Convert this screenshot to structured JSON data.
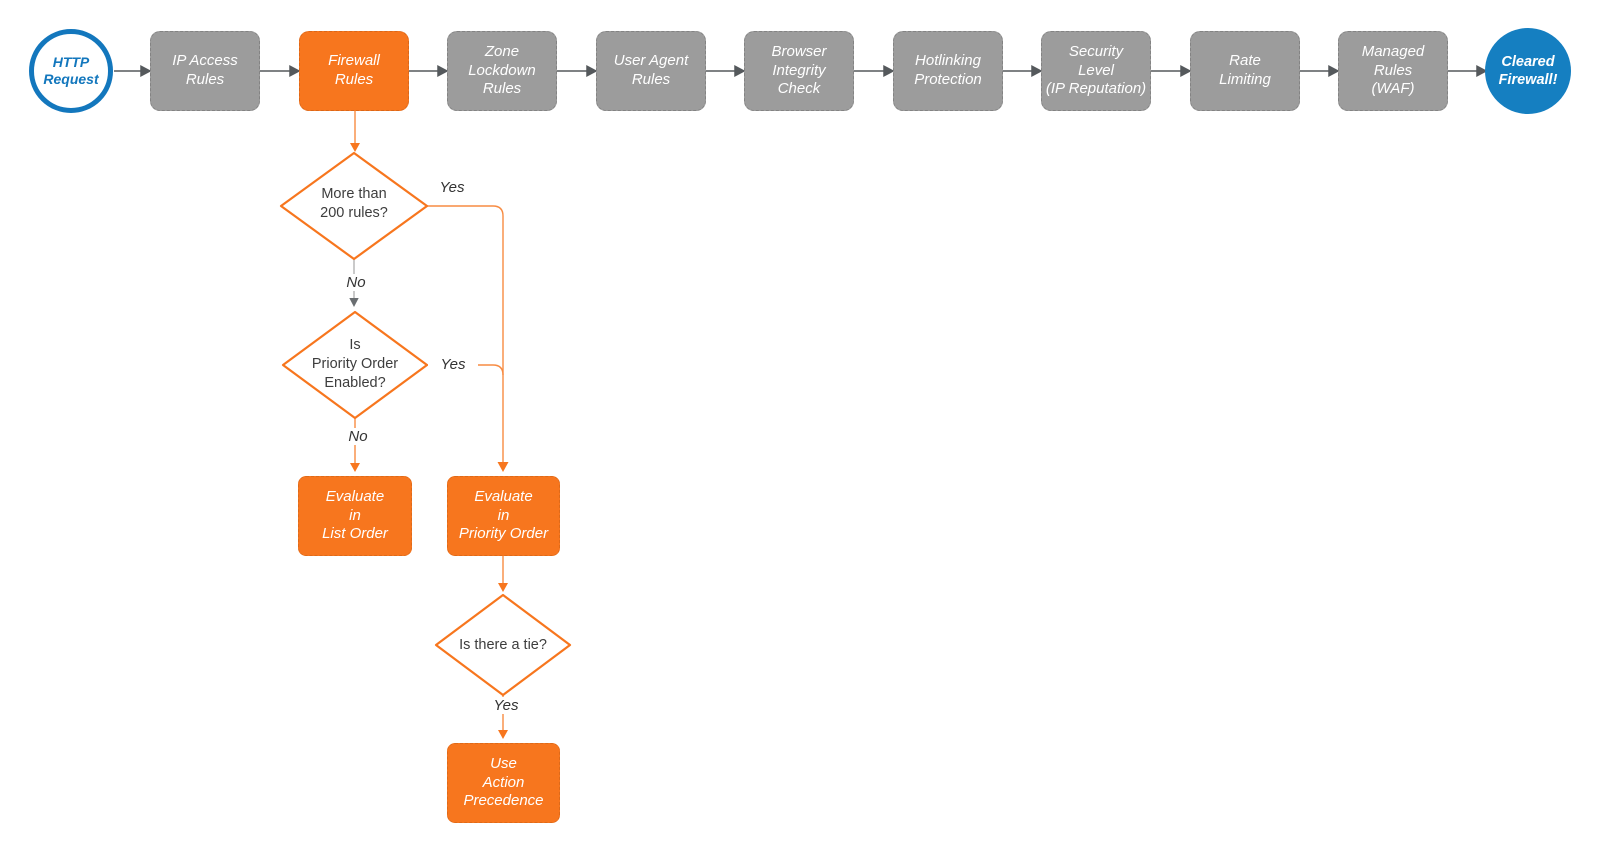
{
  "colors": {
    "accent_orange": "#F7761E",
    "node_gray": "#9C9C9C",
    "accent_blue": "#1377BD",
    "end_blue": "#157FC1",
    "connector_gray": "#55595C"
  },
  "flow": {
    "start": {
      "label": "HTTP\nRequest"
    },
    "end": {
      "label": "Cleared\nFirewall!"
    },
    "stages": [
      {
        "label": "IP Access\nRules",
        "highlight": false
      },
      {
        "label": "Firewall\nRules",
        "highlight": true
      },
      {
        "label": "Zone\nLockdown\nRules",
        "highlight": false
      },
      {
        "label": "User Agent\nRules",
        "highlight": false
      },
      {
        "label": "Browser\nIntegrity\nCheck",
        "highlight": false
      },
      {
        "label": "Hotlinking\nProtection",
        "highlight": false
      },
      {
        "label": "Security\nLevel\n(IP Reputation)",
        "highlight": false
      },
      {
        "label": "Rate\nLimiting",
        "highlight": false
      },
      {
        "label": "Managed\nRules\n(WAF)",
        "highlight": false
      }
    ],
    "decisions": [
      {
        "label": "More than\n200 rules?"
      },
      {
        "label": "Is\nPriority Order\nEnabled?"
      },
      {
        "label": "Is there a tie?"
      }
    ],
    "processes": [
      {
        "label": "Evaluate\nin\nList Order"
      },
      {
        "label": "Evaluate\nin\nPriority Order"
      },
      {
        "label": "Use\nAction\nPrecedence"
      }
    ],
    "edge_labels": {
      "d1_yes": "Yes",
      "d1_no": "No",
      "d2_yes": "Yes",
      "d2_no": "No",
      "d3_yes": "Yes"
    }
  }
}
